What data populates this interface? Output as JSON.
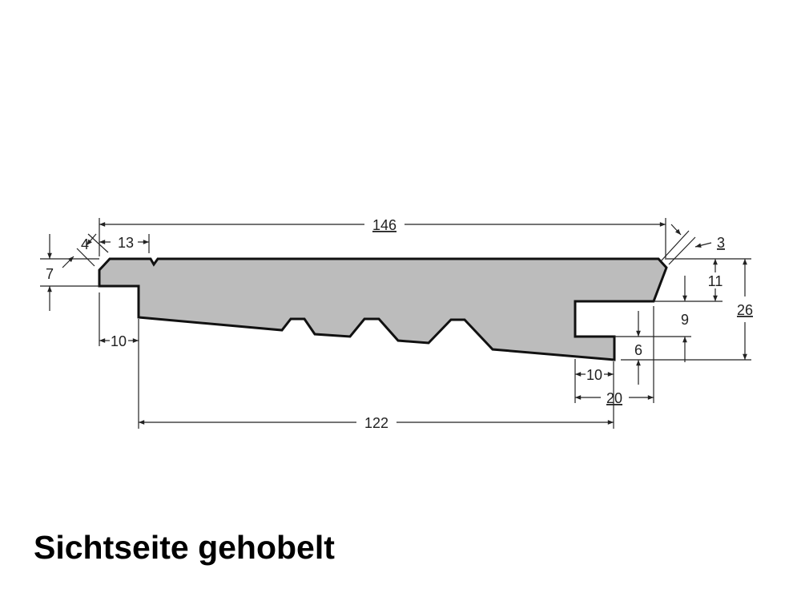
{
  "drawing": {
    "fill_color": "#bcbcbc",
    "dimensions": {
      "overall_width": "146",
      "bottom_width": "122",
      "chamfer_left": "4",
      "groove_offset": "13",
      "left_step_height": "7",
      "left_step_width": "10",
      "chamfer_right": "3",
      "tongue_top": "11",
      "total_thickness": "26",
      "tongue_thickness": "9",
      "tongue_bottom": "6",
      "tongue_length": "10",
      "right_overall": "20"
    }
  },
  "caption": "Sichtseite gehobelt"
}
